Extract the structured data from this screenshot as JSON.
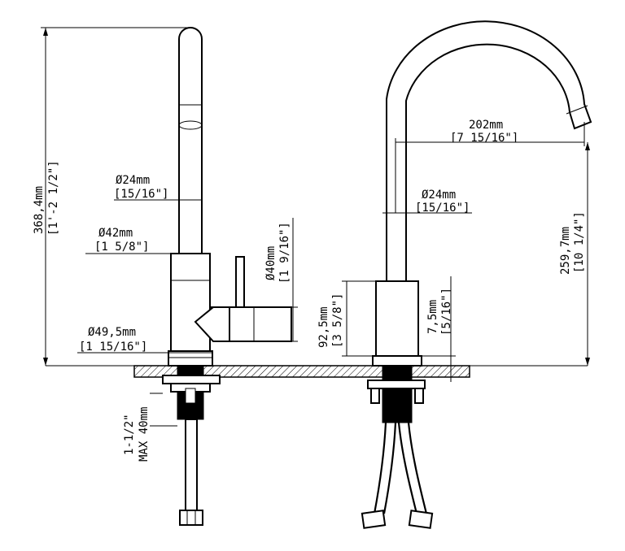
{
  "left_view": {
    "height_mm": "368,4mm",
    "height_in": "[1'-2 1/2\"]",
    "spout_dia_mm": "Ø24mm",
    "spout_dia_in": "[15/16\"]",
    "body_dia_mm": "Ø42mm",
    "body_dia_in": "[1 5/8\"]",
    "handle_dia_mm": "Ø40mm",
    "handle_dia_in": "[1 9/16\"]",
    "base_dia_mm": "Ø49,5mm",
    "base_dia_in": "[1 15/16\"]",
    "hole_line1": "1-1/2\"",
    "hole_line2": "MAX 40mm"
  },
  "right_view": {
    "reach_mm": "202mm",
    "reach_in": "[7 15/16\"]",
    "spout_dia_mm": "Ø24mm",
    "spout_dia_in": "[15/16\"]",
    "body_height_mm": "92,5mm",
    "body_height_in": "[3 5/8\"]",
    "base_height_mm": "7,5mm",
    "base_height_in": "[5/16\"]",
    "spout_height_mm": "259,7mm",
    "spout_height_in": "[10 1/4\"]"
  }
}
